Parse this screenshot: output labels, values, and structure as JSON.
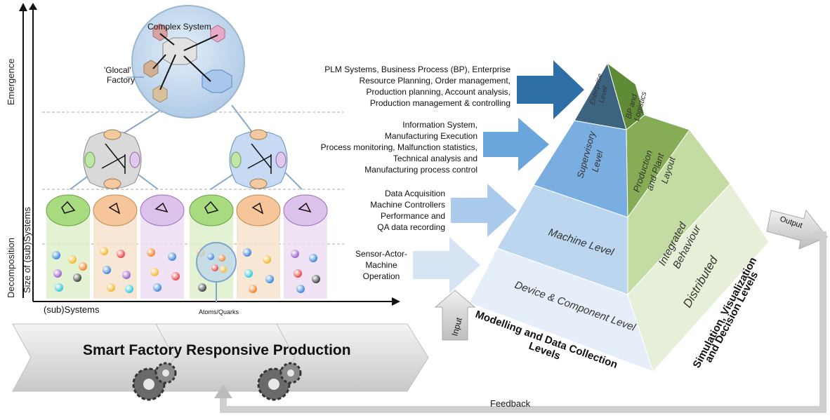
{
  "axes": {
    "y_top": "Emergence",
    "y_bottom": "Decomposition",
    "y_inner": "Size of (sub)Systems",
    "x_label": "(sub)Systems",
    "x_mid": "Atoms/Quarks"
  },
  "nodes": {
    "complex_system": "Complex System",
    "glocal_line1": "'Glocal'",
    "glocal_line2": "Factory"
  },
  "descriptions": {
    "enterprise": [
      "PLM Systems, Business Process (BP), Enterprise",
      "Resource Planning, Order management,",
      "Production planning, Account analysis,",
      "Production management & controlling"
    ],
    "supervisory": [
      "Information System,",
      "Manufacturing Execution",
      "Process monitoring, Malfunction statistics,",
      "Technical analysis and",
      "Manufacturing process control"
    ],
    "machine": [
      "Data Acquisition",
      "Machine Controllers",
      "Performance and",
      "QA data recording"
    ],
    "device": [
      "Sensor-Actor-",
      "Machine",
      "Operation"
    ]
  },
  "pyramid": {
    "left": {
      "enterprise": [
        "Enterprise",
        "Level"
      ],
      "supervisory": [
        "Supervisory",
        "Level"
      ],
      "machine": "Machine Level",
      "device": "Device & Component Level"
    },
    "right": {
      "bp": [
        "BP and",
        "Logistics"
      ],
      "production": [
        "Production",
        "and Plant",
        "Layout"
      ],
      "integrated": [
        "Integrated",
        "Behaviour"
      ],
      "distributed": "Distributed"
    },
    "left_caption": [
      "Modelling and Data Collection",
      "Levels"
    ],
    "right_caption": [
      "Simulation, Visualization",
      "and Decision Levels"
    ]
  },
  "flow": {
    "input": "Input",
    "output": "Output",
    "feedback": "Feedback"
  },
  "banner": "Smart Factory Responsive Production",
  "colors": {
    "enterprise": "#3c6380",
    "supervisory": "#7aaee0",
    "machine": "#bcd6f0",
    "device": "#e6eff9",
    "bp": "#5f8a36",
    "production": "#86ad56",
    "integrated": "#c4dca4",
    "distributed": "#e6f0d8",
    "arrow_dark": "#2e6fa8"
  }
}
